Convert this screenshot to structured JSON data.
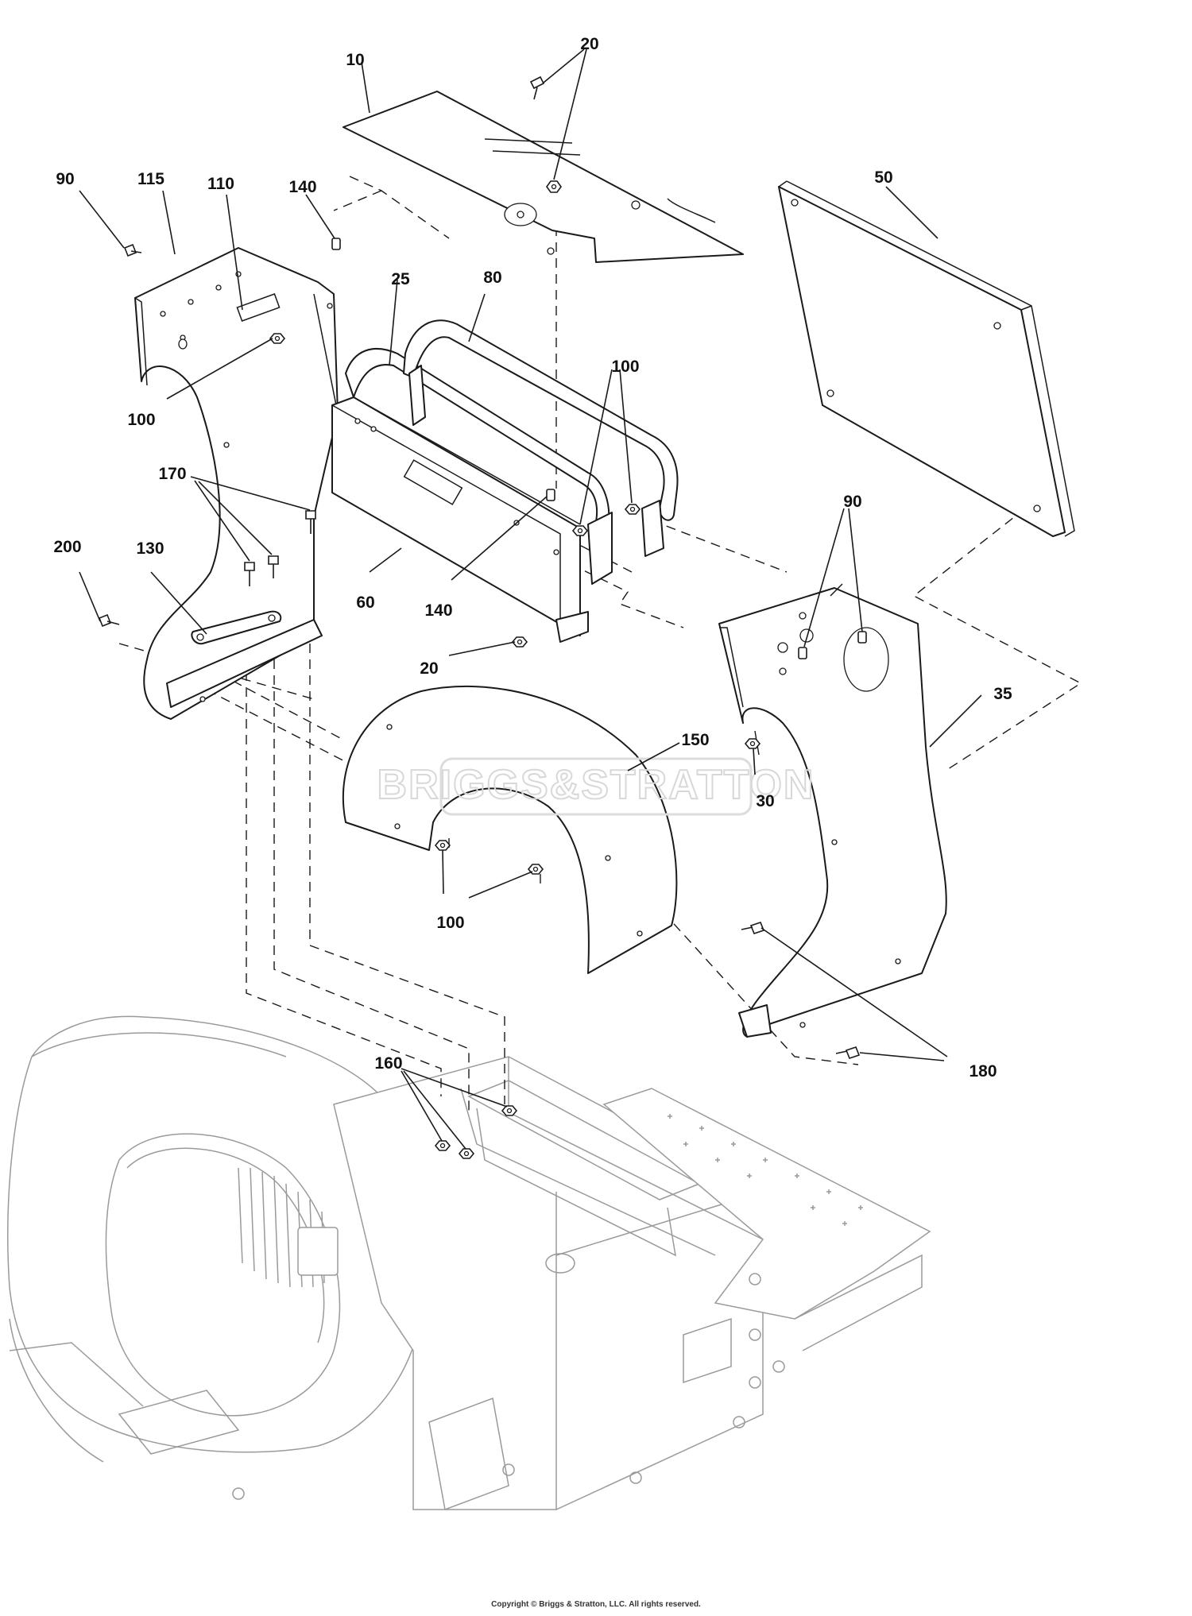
{
  "watermark": "BRIGGS&STRATTON",
  "copyright": "Copyright © Briggs & Stratton, LLC. All rights reserved.",
  "callouts": [
    {
      "id": "c10",
      "text": "10"
    },
    {
      "id": "c20a",
      "text": "20"
    },
    {
      "id": "c50",
      "text": "50"
    },
    {
      "id": "c90a",
      "text": "90"
    },
    {
      "id": "c115",
      "text": "115"
    },
    {
      "id": "c110",
      "text": "110"
    },
    {
      "id": "c140a",
      "text": "140"
    },
    {
      "id": "c25",
      "text": "25"
    },
    {
      "id": "c80",
      "text": "80"
    },
    {
      "id": "c100a",
      "text": "100"
    },
    {
      "id": "c100b",
      "text": "100"
    },
    {
      "id": "c170",
      "text": "170"
    },
    {
      "id": "c90b",
      "text": "90"
    },
    {
      "id": "c200",
      "text": "200"
    },
    {
      "id": "c130",
      "text": "130"
    },
    {
      "id": "c60",
      "text": "60"
    },
    {
      "id": "c140b",
      "text": "140"
    },
    {
      "id": "c20b",
      "text": "20"
    },
    {
      "id": "c35",
      "text": "35"
    },
    {
      "id": "c150",
      "text": "150"
    },
    {
      "id": "c30",
      "text": "30"
    },
    {
      "id": "c100c",
      "text": "100"
    },
    {
      "id": "c160",
      "text": "160"
    },
    {
      "id": "c180",
      "text": "180"
    }
  ]
}
